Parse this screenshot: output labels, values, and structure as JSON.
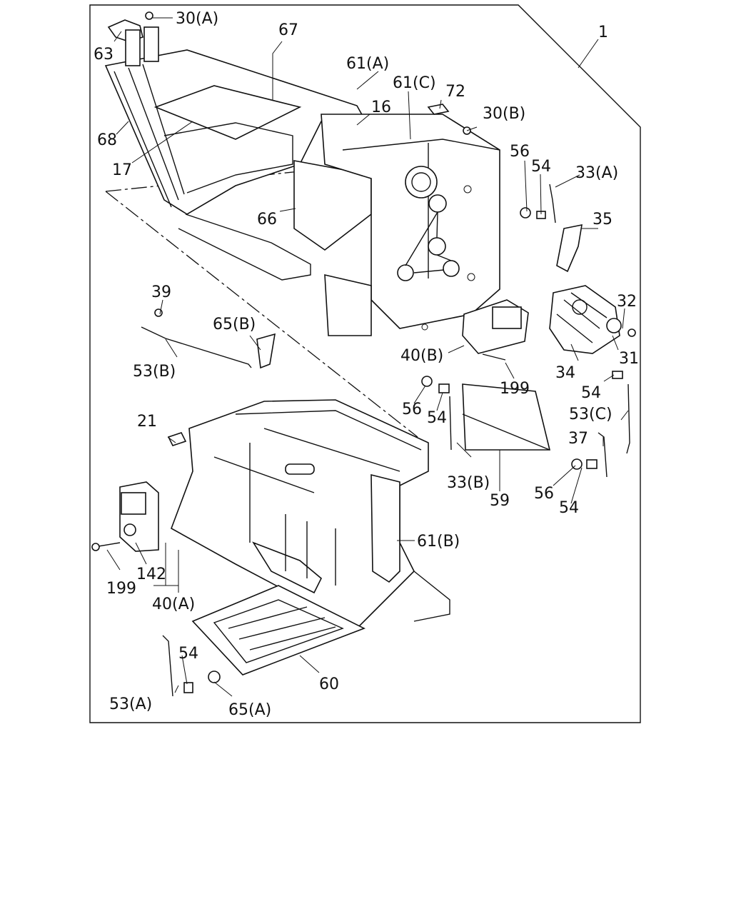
{
  "diagram": {
    "labels": {
      "l1": "1",
      "l16": "16",
      "l17": "17",
      "l21": "21",
      "l30a": "30(A)",
      "l30b": "30(B)",
      "l31": "31",
      "l32": "32",
      "l33a": "33(A)",
      "l33b": "33(B)",
      "l34": "34",
      "l35": "35",
      "l37": "37",
      "l39": "39",
      "l40a": "40(A)",
      "l40b": "40(B)",
      "l53a": "53(A)",
      "l53b": "53(B)",
      "l53c": "53(C)",
      "l54a": "54",
      "l54b": "54",
      "l54c": "54",
      "l54d": "54",
      "l54e": "54",
      "l56a": "56",
      "l56b": "56",
      "l56c": "56",
      "l59": "59",
      "l60": "60",
      "l61a": "61(A)",
      "l61b": "61(B)",
      "l61c": "61(C)",
      "l63": "63",
      "l65a": "65(A)",
      "l65b": "65(B)",
      "l66": "66",
      "l67": "67",
      "l68": "68",
      "l72": "72",
      "l142": "142",
      "l199a": "199",
      "l199b": "199"
    }
  }
}
